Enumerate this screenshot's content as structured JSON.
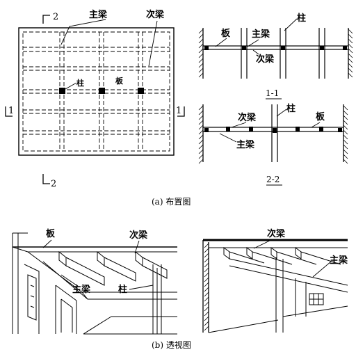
{
  "labels": {
    "main_beam": "主梁",
    "secondary_beam": "次梁",
    "column": "柱",
    "slab": "板"
  },
  "section_marks": {
    "one": "1",
    "two": "2",
    "section_1_title": "1-1",
    "section_2_title": "2-2"
  },
  "captions": {
    "layout": "(a) 布置图",
    "perspective": "(b) 透视图"
  }
}
